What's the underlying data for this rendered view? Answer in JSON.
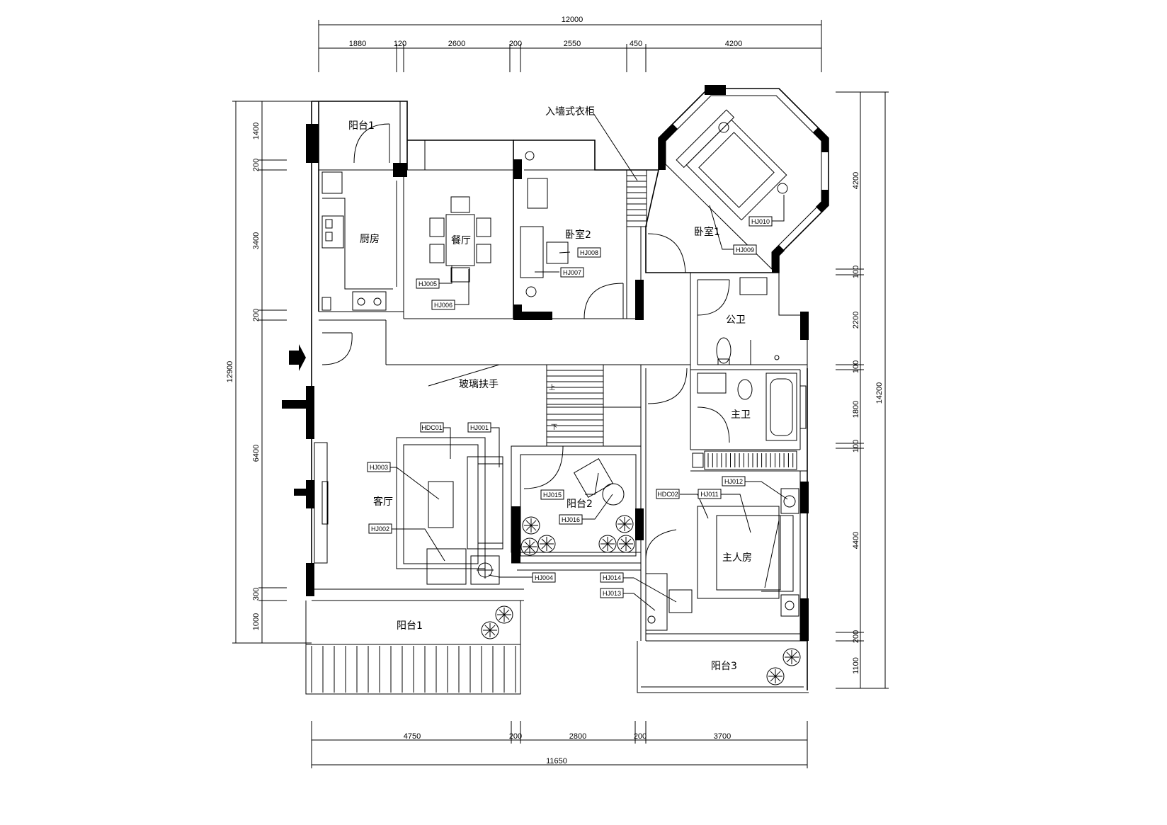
{
  "dimensions": {
    "top_total": "12000",
    "top_segments": [
      "1880",
      "120",
      "2600",
      "200",
      "2550",
      "450",
      "4200"
    ],
    "bottom_total": "11650",
    "bottom_segments": [
      "4750",
      "200",
      "2800",
      "200",
      "3700"
    ],
    "left_total": "12900",
    "left_segments": [
      "1400",
      "200",
      "3400",
      "200",
      "6400",
      "300",
      "1000"
    ],
    "right_total": "14200",
    "right_segments": [
      "4200",
      "100",
      "2200",
      "100",
      "1800",
      "100",
      "4400",
      "200",
      "1100"
    ]
  },
  "rooms": {
    "balcony_top": "阳台1",
    "kitchen": "厨房",
    "dining": "餐厅",
    "bedroom2": "卧室2",
    "wardrobe": "入墙式衣柜",
    "bedroom1": "卧室1",
    "public_bath": "公卫",
    "master_bath": "主卫",
    "glass_rail": "玻璃扶手",
    "living": "客厅",
    "balcony2": "阳台2",
    "master_bedroom": "主人房",
    "balcony1": "阳台1",
    "balcony3": "阳台3"
  },
  "tags": {
    "hj005": "HJ005",
    "hj006": "HJ006",
    "hj008": "HJ008",
    "hj007": "HJ007",
    "hj010": "HJ010",
    "hj009": "HJ009",
    "hdc01": "HDC01",
    "hj001": "HJ001",
    "hj003": "HJ003",
    "hj002": "HJ002",
    "hj004": "HJ004",
    "hj015": "HJ015",
    "hj016": "HJ016",
    "hdc02": "HDC02",
    "hj011": "HJ011",
    "hj012": "HJ012",
    "hj014": "HJ014",
    "hj013": "HJ013"
  }
}
